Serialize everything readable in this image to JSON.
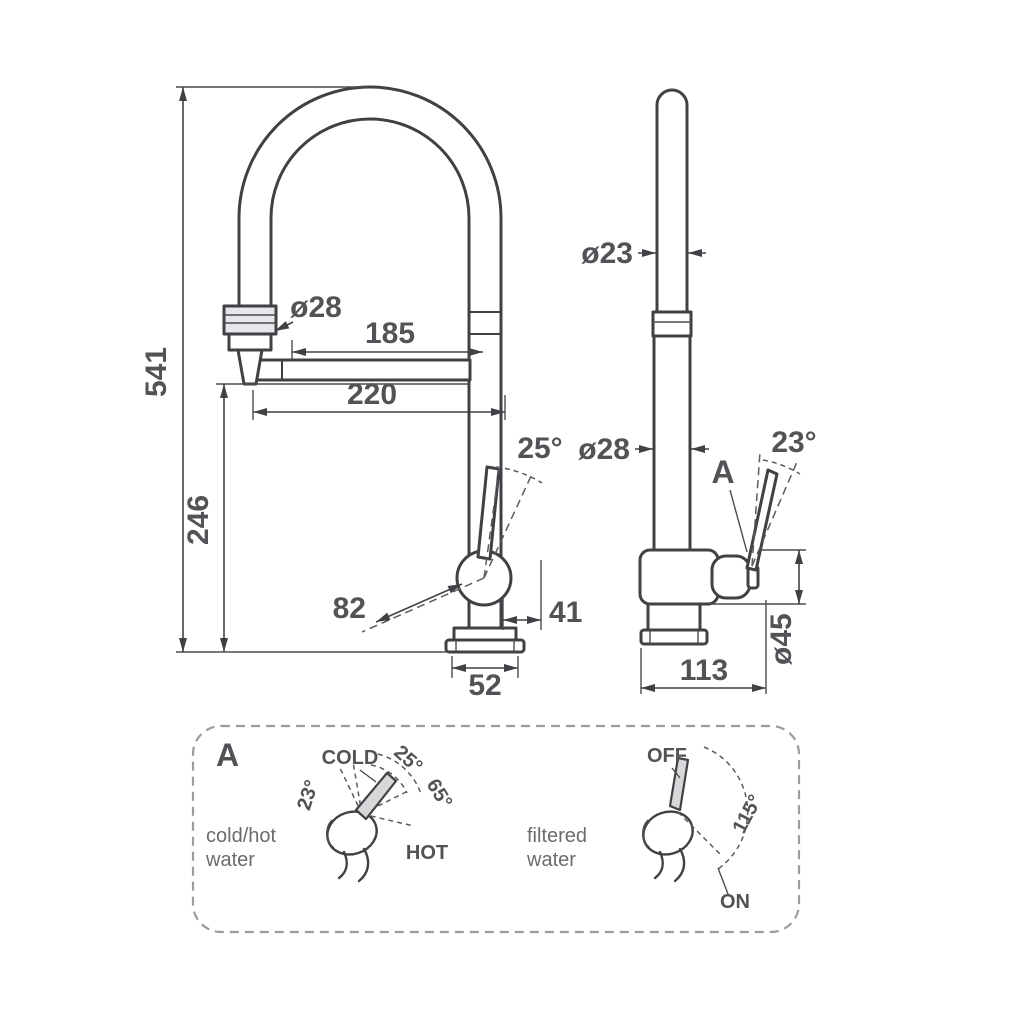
{
  "colors": {
    "line": "#3f4145",
    "text": "#515356",
    "caption": "#6a6c6f",
    "panel_border": "#9a9c9e"
  },
  "front_view": {
    "height_total": "541",
    "height_spout": "246",
    "spray_diameter": "ø28",
    "reach_inner": "185",
    "reach_outer": "220",
    "handle_swing": "25°",
    "handle_length": "82",
    "handle_offset": "41",
    "base_width": "52"
  },
  "side_view": {
    "tube_diameter": "ø23",
    "column_diameter": "ø28",
    "handle_swing": "23°",
    "detail_marker": "A",
    "base_diameter": "ø45",
    "depth": "113"
  },
  "detail": {
    "marker": "A",
    "mixer": {
      "cold": "COLD",
      "angle_mid": "25°",
      "angle_hot": "65°",
      "angle_lift": "23°",
      "hot": "HOT",
      "caption1": "cold/hot",
      "caption2": "water"
    },
    "filter": {
      "off": "OFF",
      "angle_swing": "115°",
      "on": "ON",
      "caption1": "filtered",
      "caption2": "water"
    }
  }
}
